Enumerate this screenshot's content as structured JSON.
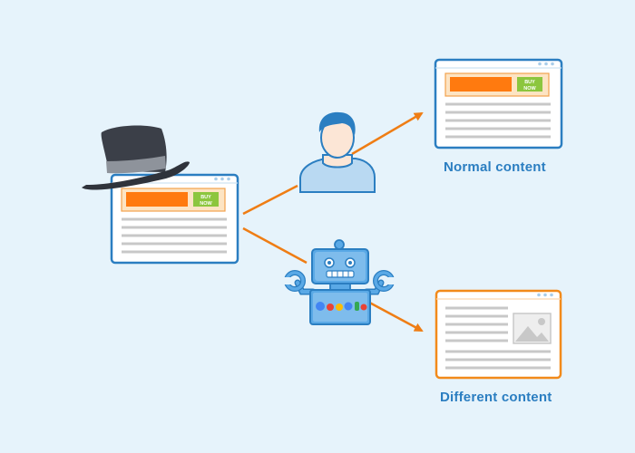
{
  "colors": {
    "background": "#e6f3fb",
    "window_border": "#2b7ec1",
    "different_border": "#f28a1a",
    "arrow": "#ef7d14",
    "cta_orange": "#ff7a0f",
    "buy_button": "#8cc63e",
    "hat": "#3b3f48",
    "hat_band": "#8e939b",
    "robot": "#5aa9e6"
  },
  "source_window": {
    "buy_button_label_line1": "BUY",
    "buy_button_label_line2": "NOW",
    "icon": "browser-window-icon"
  },
  "normal_window": {
    "buy_button_label_line1": "BUY",
    "buy_button_label_line2": "NOW",
    "icon": "browser-window-icon"
  },
  "different_window": {
    "icon": "image-placeholder-icon"
  },
  "human_figure": {
    "icon": "user-icon"
  },
  "robot_figure": {
    "icon": "crawler-robot-icon"
  },
  "hat": {
    "icon": "black-hat-icon"
  },
  "captions": {
    "normal": "Normal content",
    "different": "Different content"
  }
}
